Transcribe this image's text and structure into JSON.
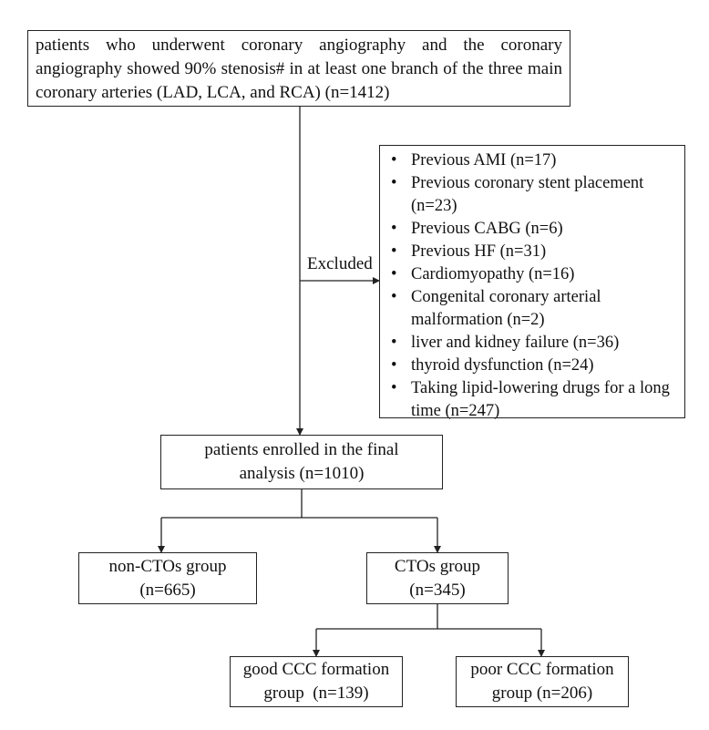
{
  "flowchart": {
    "top_box": {
      "text": "patients who underwent coronary angiography and the coronary angiography showed 90% stenosis# in at least one branch of the three main coronary arteries (LAD, LCA, and RCA) (n=1412)"
    },
    "excluded_label": "Excluded",
    "exclusion_box": {
      "bullet": "•",
      "items": [
        "Previous AMI (n=17)",
        "Previous coronary stent placement (n=23)",
        "Previous CABG (n=6)",
        "Previous HF (n=31)",
        "Cardiomyopathy (n=16)",
        "Congenital coronary arterial malformation (n=2)",
        "liver and kidney failure (n=36)",
        "thyroid dysfunction (n=24)",
        "Taking lipid-lowering drugs for a long time (n=247)"
      ]
    },
    "enrolled_box": {
      "line1": "patients enrolled in the final",
      "line2": "analysis (n=1010)"
    },
    "non_cto_box": {
      "line1": "non-CTOs group",
      "line2": "(n=665)"
    },
    "cto_box": {
      "line1": "CTOs group",
      "line2": "(n=345)"
    },
    "good_ccc_box": {
      "line1": "good CCC formation",
      "line2": "group  (n=139)"
    },
    "poor_ccc_box": {
      "line1": "poor CCC formation",
      "line2": "group (n=206)"
    }
  }
}
